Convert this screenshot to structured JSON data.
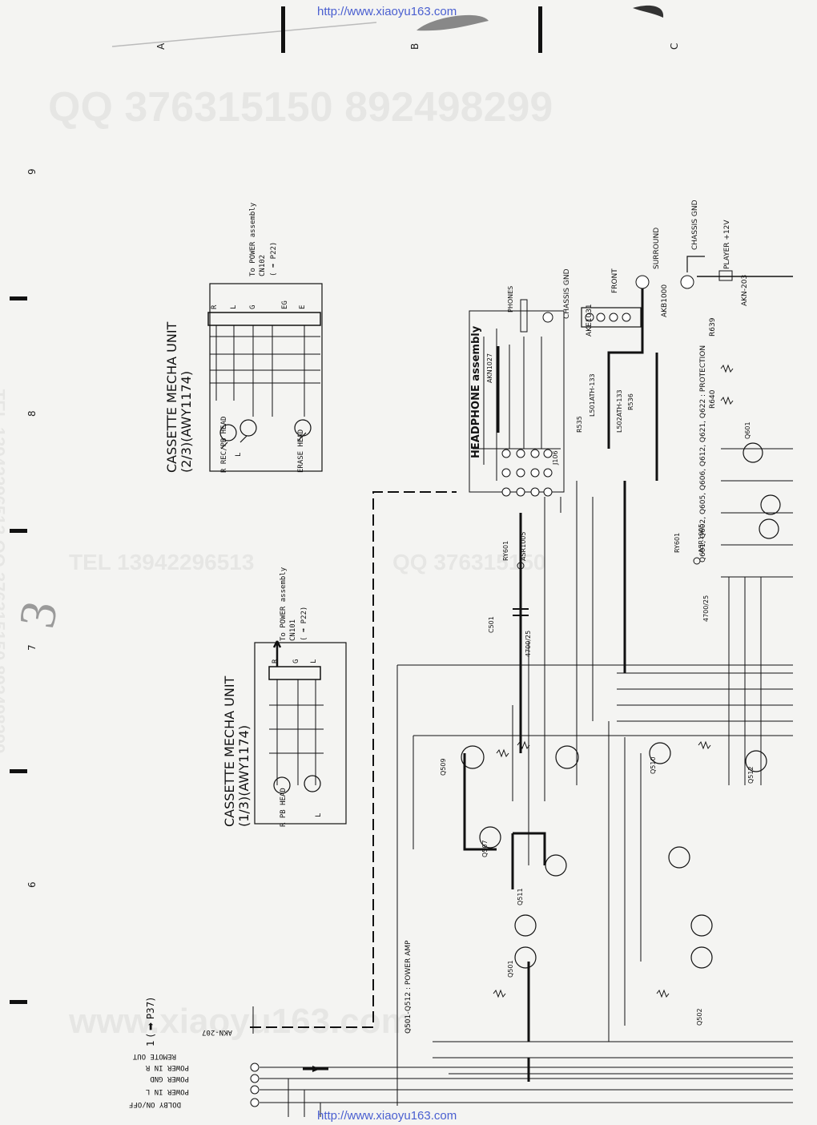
{
  "watermarks": {
    "url_top": "http://www.xiaoyu163.com",
    "url_bottom": "http://www.xiaoyu163.com",
    "qq_line": "QQ 376315150   892498299",
    "tel_line": "TEL 13942296513",
    "qq_line2": "QQ 376315150",
    "tel_vertical": "TEL 13942296513 QQ 376315150 892498299",
    "www_line": "www.xiaoyu163.com"
  },
  "grid": {
    "rows": [
      "A",
      "B",
      "C"
    ],
    "cols": [
      "9",
      "8",
      "7",
      "6"
    ]
  },
  "blocks": {
    "mecha2_title": "CASSETTE MECHA UNIT",
    "mecha2_sub": "(2/3)(AWY1174)",
    "mecha2_to": "To POWER assembly",
    "mecha2_cn": "CN102",
    "mecha2_ref": "( ➡ P22)",
    "mecha2_head1": "R REC/PB HEAD",
    "mecha2_head_l": "L",
    "mecha2_erase": "ERASE HEAD",
    "mecha2_pins": [
      "R",
      "L",
      "G",
      "EG",
      "E"
    ],
    "mecha1_title": "CASSETTE MECHA UNIT",
    "mecha1_sub": "(1/3)(AWY1174)",
    "mecha1_to": "To POWER assembly",
    "mecha1_cn": "CN101",
    "mecha1_ref": "( ➡ P22)",
    "mecha1_head": "R PB HEAD",
    "mecha1_head_l": "L",
    "mecha1_pins": [
      "R",
      "G",
      "L"
    ],
    "headphone": "HEADPHONE assembly",
    "headphone_part": "AKN1027",
    "phones": "PHONES",
    "chassis_gnd": "CHASSIS GND",
    "chassis_gnd2": "CHASSIS GND",
    "front": "FRONT",
    "surround": "SURROUND",
    "player12": "PLAYER +12V",
    "akn": "AKN-203",
    "ake": "AKE1031",
    "akb": "AKB1000",
    "protection": "Q601, Q602, Q605, Q606, Q612, Q621, Q622 : PROTECTION",
    "power_amp": "Q501-Q512 : POWER AMP",
    "ry601": "RY601",
    "asr": "ASR1005",
    "ry601b": "RY601",
    "asrb": "ASR1005",
    "j106": "J106",
    "r639": "R639",
    "r640": "R640",
    "r536": "R536",
    "r535": "R535",
    "l501": "L501ATH-133",
    "l502": "L502ATH-133",
    "c501": "C501",
    "cap_4700": "4700/25",
    "cap_4700b": "4700/25",
    "q501": "Q501",
    "q502": "Q502",
    "q507": "Q507",
    "q509": "Q509",
    "q510": "Q510",
    "q511": "Q511",
    "q512": "Q512",
    "q601": "Q601",
    "remote": "REMOTE OUT",
    "power_r": "POWER IN R",
    "power_gnd": "POWER GND",
    "power_l": "POWER IN L",
    "dolby": "DOLBY ON/OFF",
    "p37": "1 ( ➡ P37)",
    "akn207": "AKN-207"
  },
  "page_mark": "3"
}
